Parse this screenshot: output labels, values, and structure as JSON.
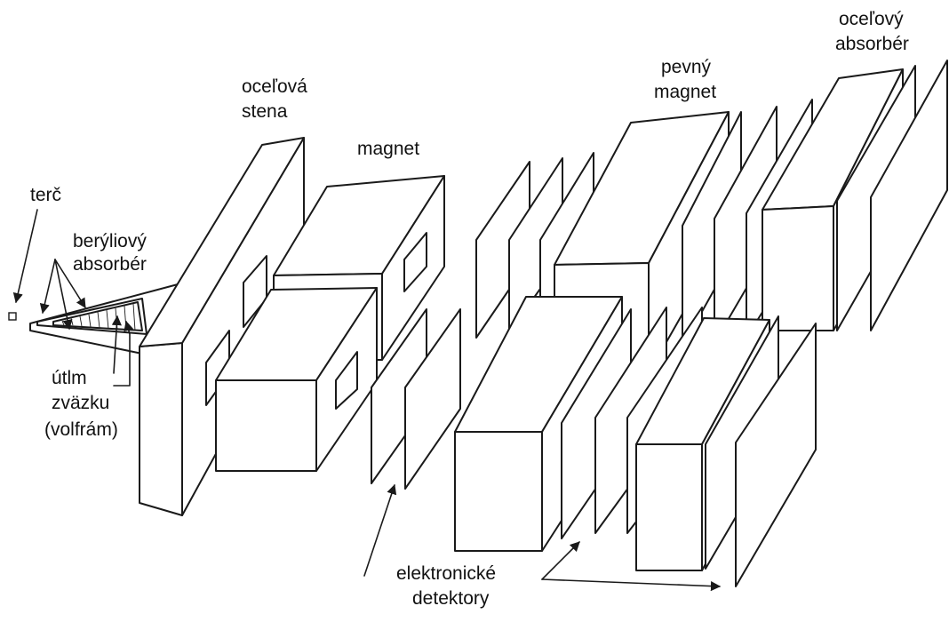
{
  "labels": {
    "target": "terč",
    "beryllium_1": "berýliový",
    "beryllium_2": "absorbér",
    "attenuator_1": "útlm",
    "attenuator_2": "zväzku",
    "attenuator_3": "(volfrám)",
    "steel_wall_1": "oceľová",
    "steel_wall_2": "stena",
    "magnet": "magnet",
    "solid_magnet_1": "pevný",
    "solid_magnet_2": "magnet",
    "steel_absorber_1": "oceľový",
    "steel_absorber_2": "absorbér",
    "detectors_1": "elektronické",
    "detectors_2": "detektory"
  },
  "colors": {
    "stroke": "#1a1a1a",
    "fill": "#ffffff",
    "text": "#111111"
  }
}
